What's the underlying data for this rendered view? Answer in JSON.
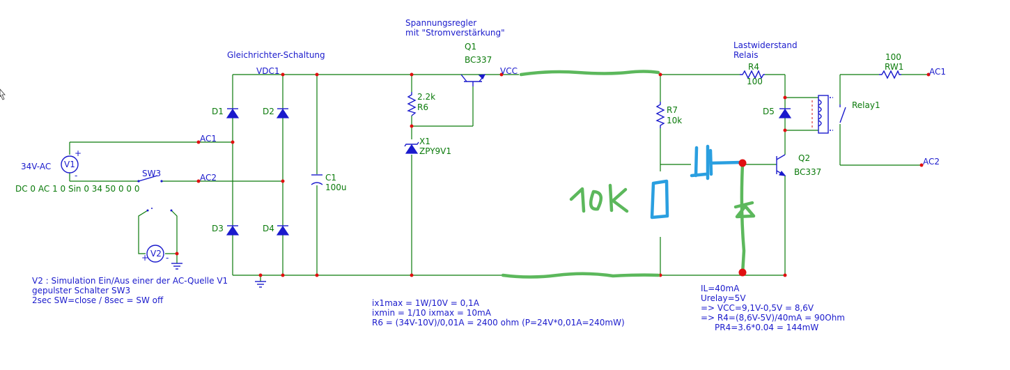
{
  "labels": {
    "gleichrichter": "Gleichrichter-Schaltung",
    "spannungsregler_1": "Spannungsregler",
    "spannungsregler_2": "mit \"Stromverstärkung\"",
    "lastwiderstand_1": "Lastwiderstand",
    "lastwiderstand_2": "Relais",
    "vdc1": "VDC1",
    "vcc": "VCC",
    "ac1_left": "AC1",
    "ac2_left": "AC2",
    "ac1_right": "AC1",
    "ac2_right": "AC2",
    "sw3": "SW3",
    "v1": "V1",
    "v2": "V2",
    "source_name": "34V-AC",
    "source_params": "DC 0 AC 1 0 Sin 0 34 50 0 0 0",
    "plus": "+",
    "minus": "-"
  },
  "components": {
    "d1": "D1",
    "d2": "D2",
    "d3": "D3",
    "d4": "D4",
    "d5": "D5",
    "c1_name": "C1",
    "c1_value": "100u",
    "q1_name": "Q1",
    "q1_type": "BC337",
    "q2_name": "Q2",
    "q2_type": "BC337",
    "r6_value": "2.2k",
    "r6_name": "R6",
    "x1_name": "X1",
    "x1_type": "ZPY9V1",
    "r7_name": "R7",
    "r7_value": "10k",
    "r4_name": "R4",
    "r4_value": "100",
    "rw1_value": "100",
    "rw1_name": "RW1",
    "relay1": "Relay1"
  },
  "notes": {
    "v2_note": [
      "V2 : Simulation Ein/Aus einer der AC-Quelle V1",
      "gepulster Schalter SW3",
      "2sec SW=close / 8sec = SW off"
    ],
    "current_calc": [
      "ix1max = 1W/10V = 0,1A",
      "ixmin = 1/10 ixmax = 10mA",
      "R6 = (34V-10V)/0,01A = 2400 ohm (P=24V*0,01A=240mW)"
    ],
    "relay_calc": [
      "IL=40mA",
      "Urelay=5V",
      "=> VCC=9,1V-0,5V = 8,6V",
      "=> R4=(8,6V-5V)/40mA = 90Ohm",
      "PR4=3.6*0.04 = 144mW"
    ]
  },
  "handwritten": {
    "resistor_value": "10k"
  },
  "colors": {
    "wire": "#0a7a0a",
    "component": "#1a1acc",
    "node": "#e01010",
    "pen_green": "#5cb85c",
    "pen_blue": "#2a9fe0"
  }
}
